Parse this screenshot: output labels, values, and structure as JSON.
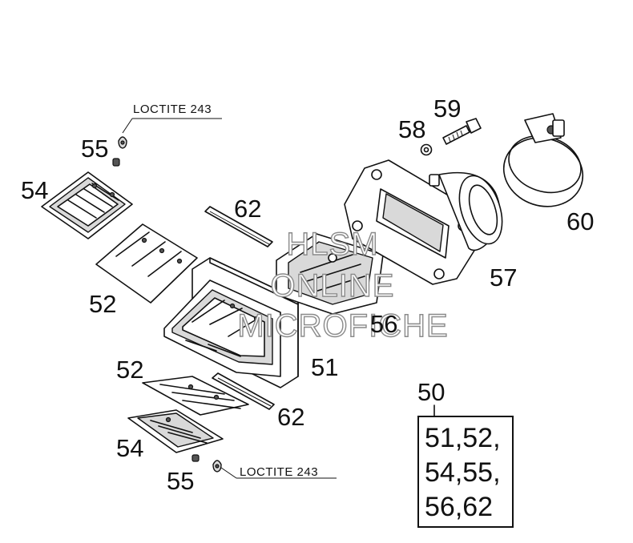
{
  "notes": {
    "loctite_top": "LOCTITE 243",
    "loctite_bottom": "LOCTITE 243"
  },
  "callouts": {
    "c50": "50",
    "c51": "51",
    "c52_top": "52",
    "c52_bottom": "52",
    "c54_top": "54",
    "c54_bottom": "54",
    "c55_top": "55",
    "c55_bottom": "55",
    "c56": "56",
    "c57": "57",
    "c58": "58",
    "c59": "59",
    "c60": "60",
    "c62_top": "62",
    "c62_bottom": "62"
  },
  "kit_box": {
    "lines": [
      "51,52,",
      "54,55,",
      "56,62"
    ]
  },
  "watermark": {
    "line1": "HLSM",
    "line2": "ONLINE",
    "line3": "MICROFICHE"
  }
}
